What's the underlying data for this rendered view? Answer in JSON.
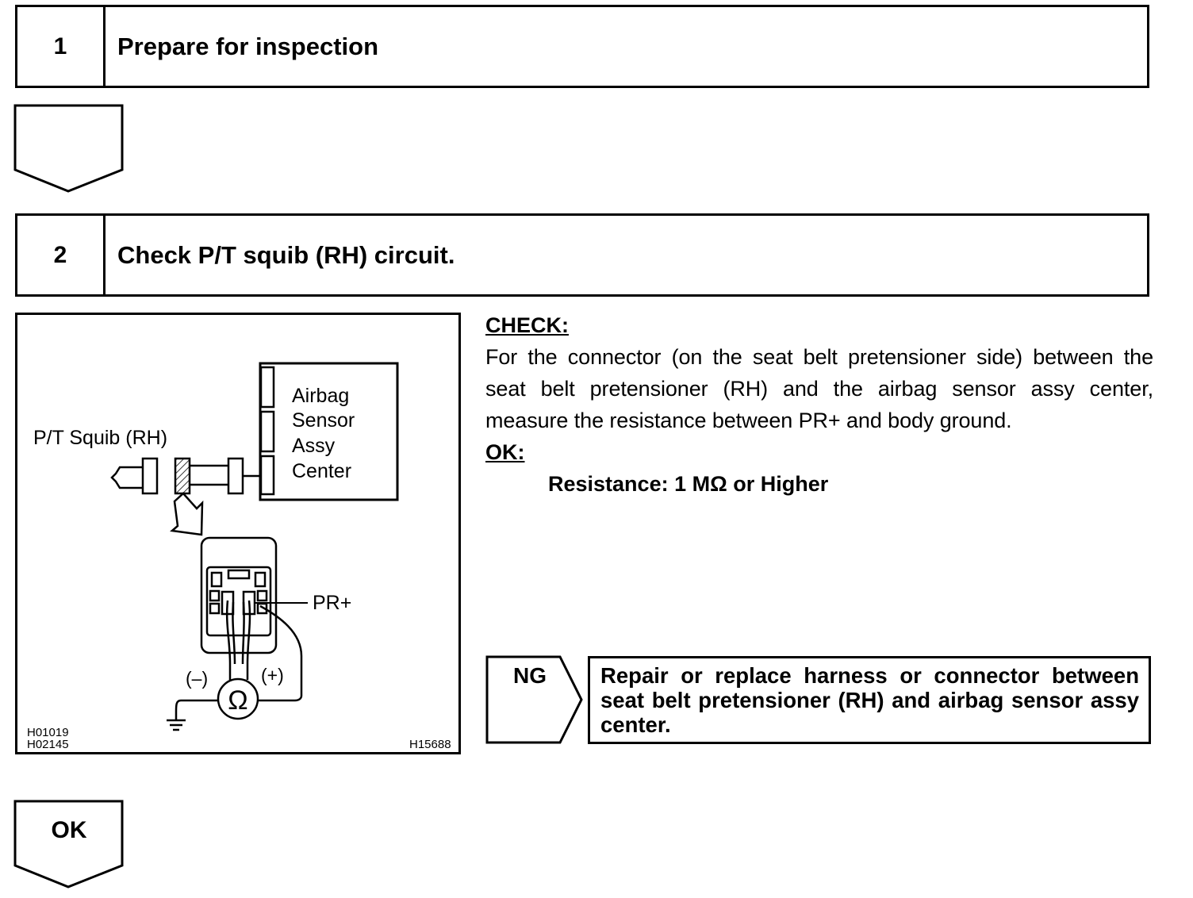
{
  "steps": [
    {
      "number": "1",
      "title": "Prepare for inspection"
    },
    {
      "number": "2",
      "title": "Check P/T squib (RH) circuit."
    }
  ],
  "figure": {
    "squib_label": "P/T Squib (RH)",
    "sensor_label_lines": [
      "Airbag",
      "Sensor",
      "Assy",
      "Center"
    ],
    "terminal_label": "PR+",
    "minus_label": "(–)",
    "plus_label": "(+)",
    "ohm_symbol": "Ω",
    "ref_codes_left": [
      "H01019",
      "H02145"
    ],
    "ref_code_right": "H15688"
  },
  "check": {
    "heading": "CHECK:",
    "text": "For the connector (on the seat belt pretensioner side) between the seat belt pretensioner (RH) and the airbag sensor assy center, measure the resistance between PR+ and body ground.",
    "ok_heading": "OK:",
    "spec": "Resistance: 1 MΩ or Higher"
  },
  "ng": {
    "label": "NG",
    "action": "Repair or replace harness or connector between seat belt pretensioner (RH) and airbag sensor assy center."
  },
  "ok": {
    "label": "OK"
  }
}
